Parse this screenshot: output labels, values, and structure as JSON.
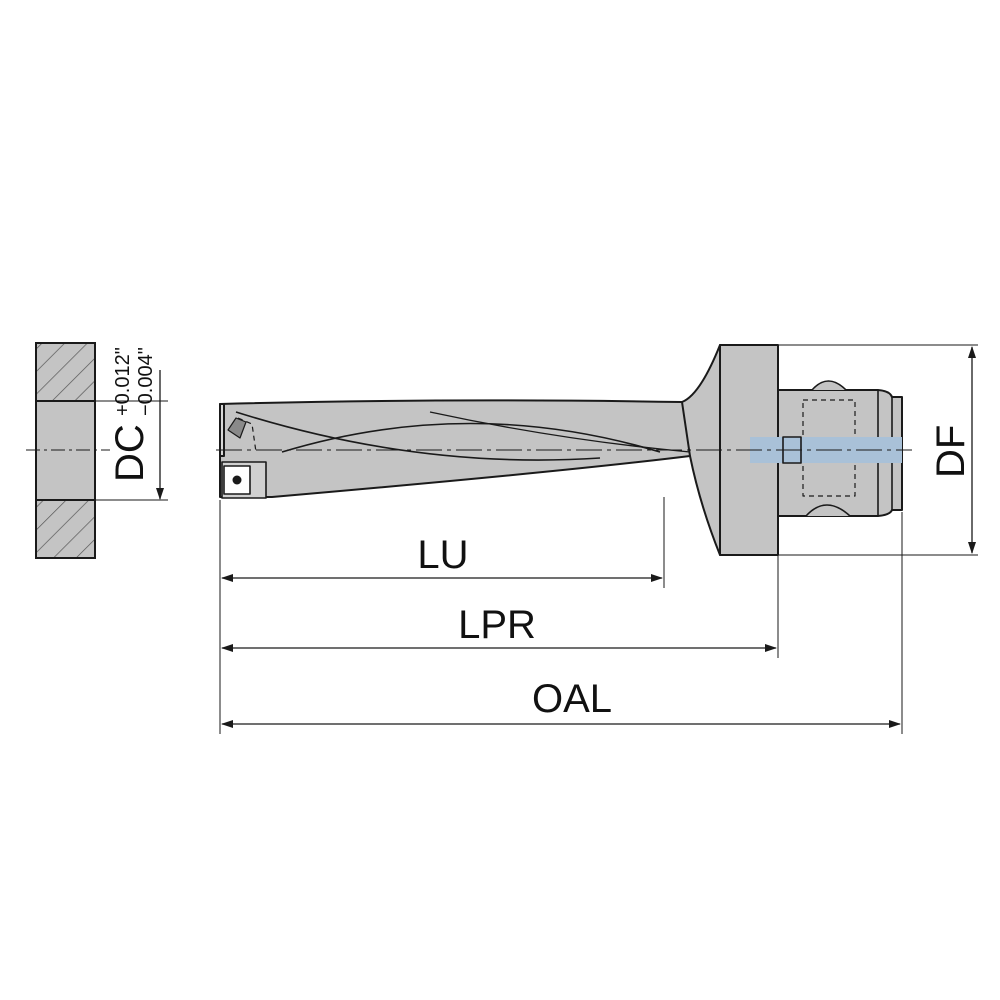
{
  "dimensions": {
    "dc": "DC",
    "dc_tol_upper": "+0.012\"",
    "dc_tol_lower": "−0.004\"",
    "df": "DF",
    "lu": "LU",
    "lpr": "LPR",
    "oal": "OAL"
  },
  "colors": {
    "body": "#c4c4c4",
    "outline": "#1a1a1a",
    "hatch": "#555555",
    "coolant": "#a9c1d8",
    "dim": "#1a1a1a"
  }
}
